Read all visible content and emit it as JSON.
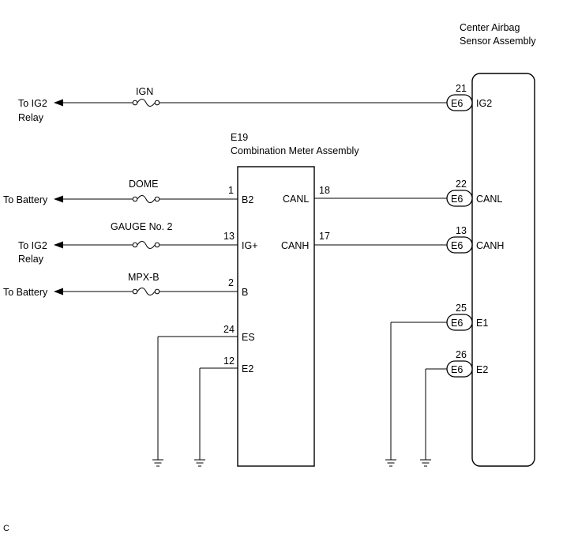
{
  "center_airbag": {
    "title_line1": "Center Airbag",
    "title_line2": "Sensor Assembly"
  },
  "combination_meter": {
    "code": "E19",
    "title": "Combination Meter Assembly"
  },
  "connector_code": "E6",
  "fuses": {
    "ign": "IGN",
    "dome": "DOME",
    "gauge": "GAUGE No. 2",
    "mpxb": "MPX-B"
  },
  "destinations": {
    "to_ig2_a_line1": "To IG2",
    "to_ig2_a_line2": "Relay",
    "to_battery_a": "To Battery",
    "to_ig2_b_line1": "To IG2",
    "to_ig2_b_line2": "Relay",
    "to_battery_b": "To Battery"
  },
  "meter_pins": {
    "b2": {
      "num": "1",
      "label": "B2"
    },
    "igp": {
      "num": "13",
      "label": "IG+"
    },
    "b": {
      "num": "2",
      "label": "B"
    },
    "es": {
      "num": "24",
      "label": "ES"
    },
    "e2": {
      "num": "12",
      "label": "E2"
    },
    "canl": {
      "num": "18",
      "label": "CANL"
    },
    "canh": {
      "num": "17",
      "label": "CANH"
    }
  },
  "airbag_pins": {
    "ig2": {
      "num": "21",
      "label": "IG2"
    },
    "canl": {
      "num": "22",
      "label": "CANL"
    },
    "canh": {
      "num": "13",
      "label": "CANH"
    },
    "e1": {
      "num": "25",
      "label": "E1"
    },
    "e2": {
      "num": "26",
      "label": "E2"
    }
  },
  "footer": "C"
}
